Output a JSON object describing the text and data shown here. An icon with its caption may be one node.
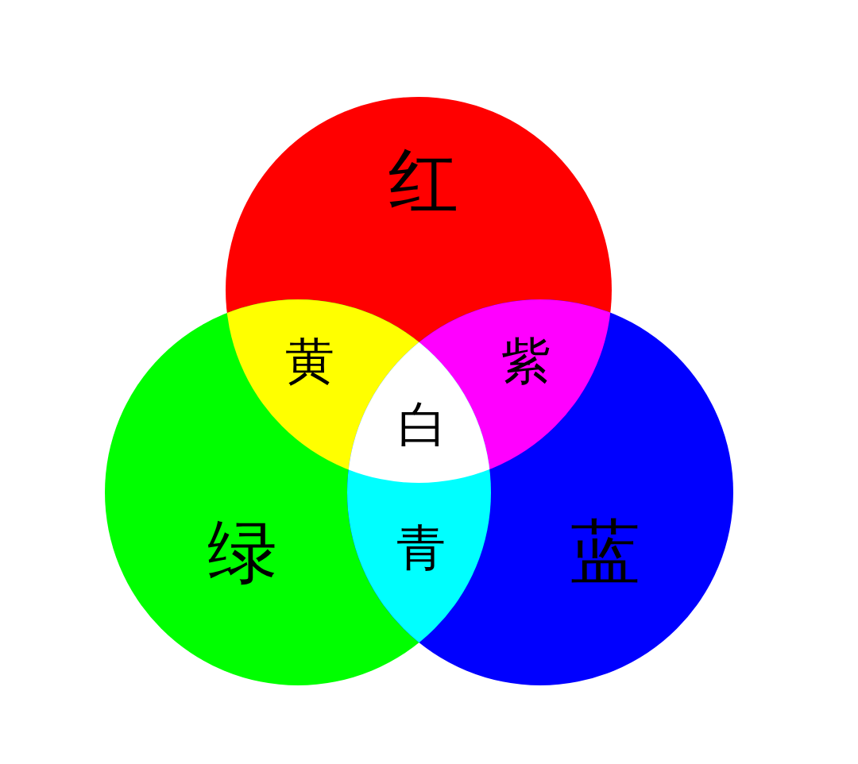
{
  "diagram": {
    "nodes": [
      {
        "text": [
          "红"
        ]
      },
      {
        "text": [
          "黄"
        ]
      },
      {
        "text": [
          "紫"
        ]
      },
      {
        "text": [
          "白"
        ]
      },
      {
        "text": [
          "绿"
        ]
      },
      {
        "text": [
          "青"
        ]
      },
      {
        "text": [
          "蓝"
        ]
      }
    ]
  }
}
